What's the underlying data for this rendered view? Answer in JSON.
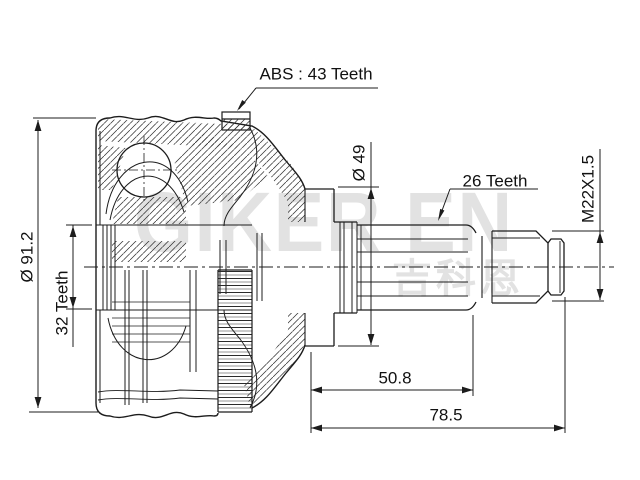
{
  "meta": {
    "description": "CV joint outer technical drawing",
    "background": "#ffffff",
    "line_color": "#1c1c1c",
    "watermark_color": "#e2e2e2"
  },
  "watermark": {
    "latin": "GIKER EN",
    "cjk": "吉科恩"
  },
  "callouts": {
    "abs_teeth": "ABS : 43 Teeth",
    "shaft_spline_teeth": "26 Teeth",
    "inner_spline_teeth": "32 Teeth"
  },
  "dimensions": {
    "outer_diameter": "Ø 91.2",
    "pilot_diameter": "Ø 49",
    "thread_spec": "M22X1.5",
    "spline_length": "50.8",
    "overall_length": "78.5"
  }
}
